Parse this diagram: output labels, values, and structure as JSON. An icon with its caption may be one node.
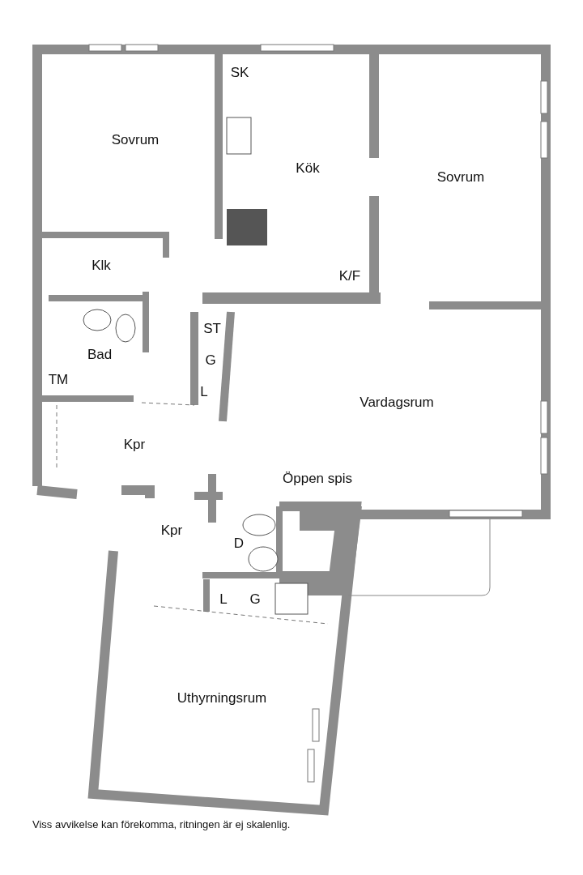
{
  "diagram": {
    "caption": "Viss avvikelse kan förekomma, ritningen är ej skalenlig.",
    "labels": [
      "Sovrum",
      "SK",
      "Kök",
      "Sovrum",
      "Klk",
      "K/F",
      "Bad",
      "ST",
      "G",
      "L",
      "TM",
      "Vardagsrum",
      "Kpr",
      "Öppen spis",
      "Kpr",
      "D",
      "L",
      "G",
      "Uthyrningsrum"
    ]
  }
}
